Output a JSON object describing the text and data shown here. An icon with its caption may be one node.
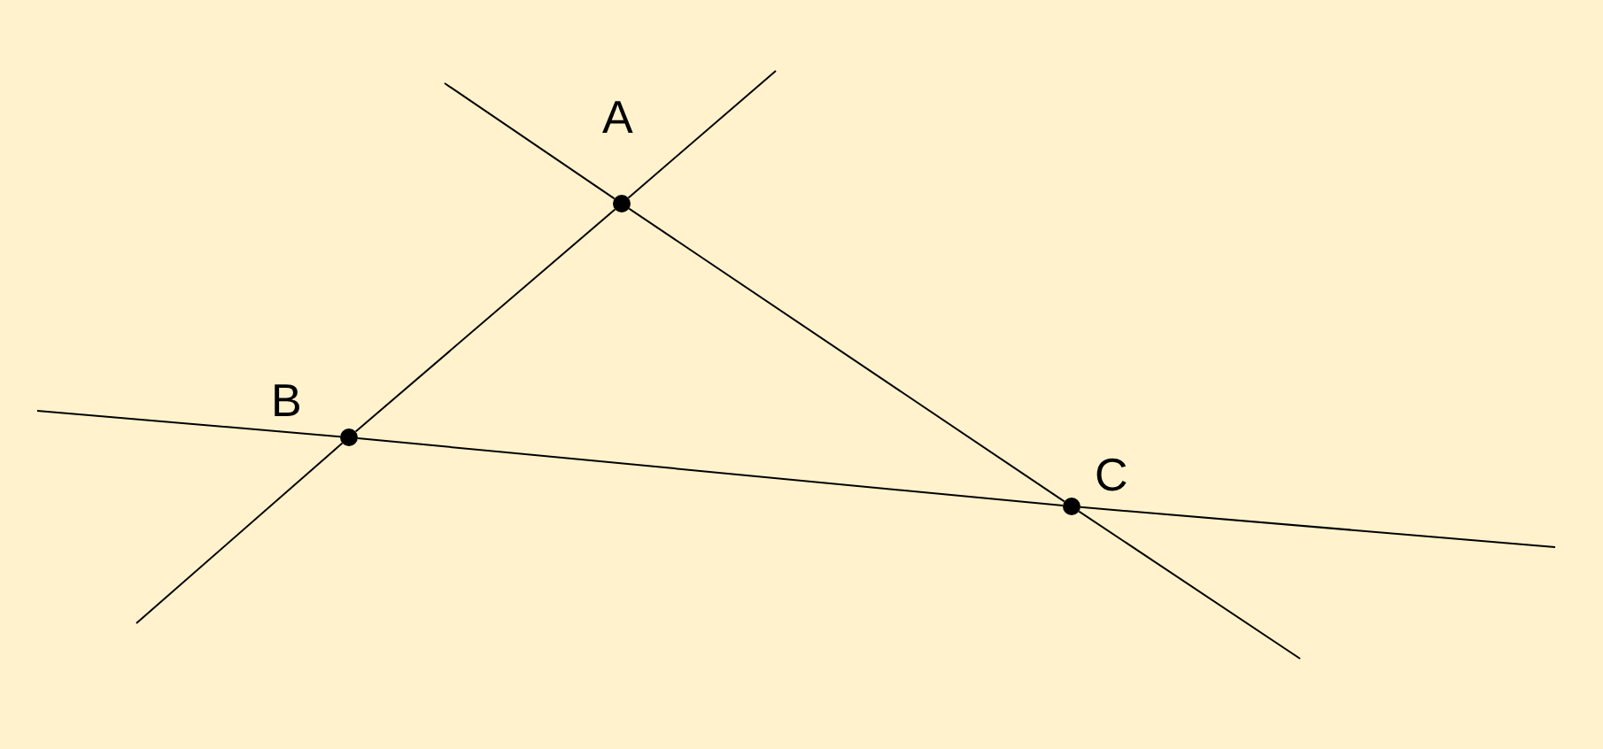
{
  "diagram": {
    "nodes": [
      {
        "text": [],
        "shape": "circle",
        "beside": [
          "A"
        ]
      },
      {
        "text": [],
        "shape": "circle",
        "beside": [
          "B"
        ]
      },
      {
        "text": [],
        "shape": "circle",
        "beside": [
          "C"
        ]
      }
    ],
    "edges": [
      {
        "from": 0,
        "to": 1,
        "arrow": "none"
      },
      {
        "from": 0,
        "to": 2,
        "arrow": "none"
      },
      {
        "from": 1,
        "to": 2,
        "arrow": "none"
      }
    ]
  }
}
